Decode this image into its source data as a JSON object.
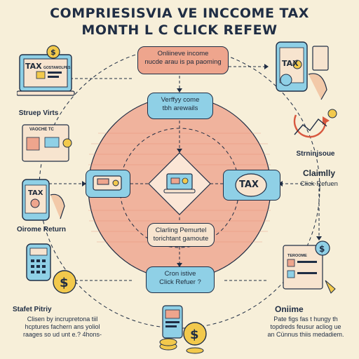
{
  "title": {
    "line1": "COMPRIESISVIA VE INCCOME TAX",
    "line2": "MONTH L C CLICK REFEW"
  },
  "nodes": {
    "top_center": "Onliineve income\nnucde arau is pa paoming",
    "upper_center": "Verffyy come\ntbh arewails",
    "lower_center": "Clarling Pemurtel\ntorichtant gamoute",
    "bottom_center": "Cron istive\nClick Refuer ?",
    "right_node_title": "Claimlly",
    "right_node_sub": "Click Refuen",
    "center_tax": "TAX"
  },
  "side_labels": {
    "left_top": "Struep Virts",
    "left_mid": "Oirome Return",
    "left_bottom_title": "Stafet Pitriy",
    "left_bottom_text": "Clisen by incrupretona tiil\nhcptures fachern ans yoliol\nraages so ud unt e.? 4hons-",
    "right_top": "Strninjsoue",
    "right_bottom_title": "Oniime",
    "right_bottom_text": "Pate figs fas t hungy th\ntopdreds feusur acliog ue\nan Cünnus thiis medadiem."
  },
  "icon_texts": {
    "laptop_tax": "TAX",
    "laptop_screen": "GOSTAMOLPES",
    "phone_tax_right": "TAX",
    "phone_tax_left": "TAX",
    "doc_left": "VAOCHE TC",
    "doc_right": "TEROOME"
  },
  "colors": {
    "background": "#f7efd9",
    "circle_fill": "#f0b39d",
    "circle_stripe": "#e89d84",
    "pill_orange": "#eea58d",
    "pill_blue": "#8fd0e6",
    "outline": "#1f2d44"
  }
}
